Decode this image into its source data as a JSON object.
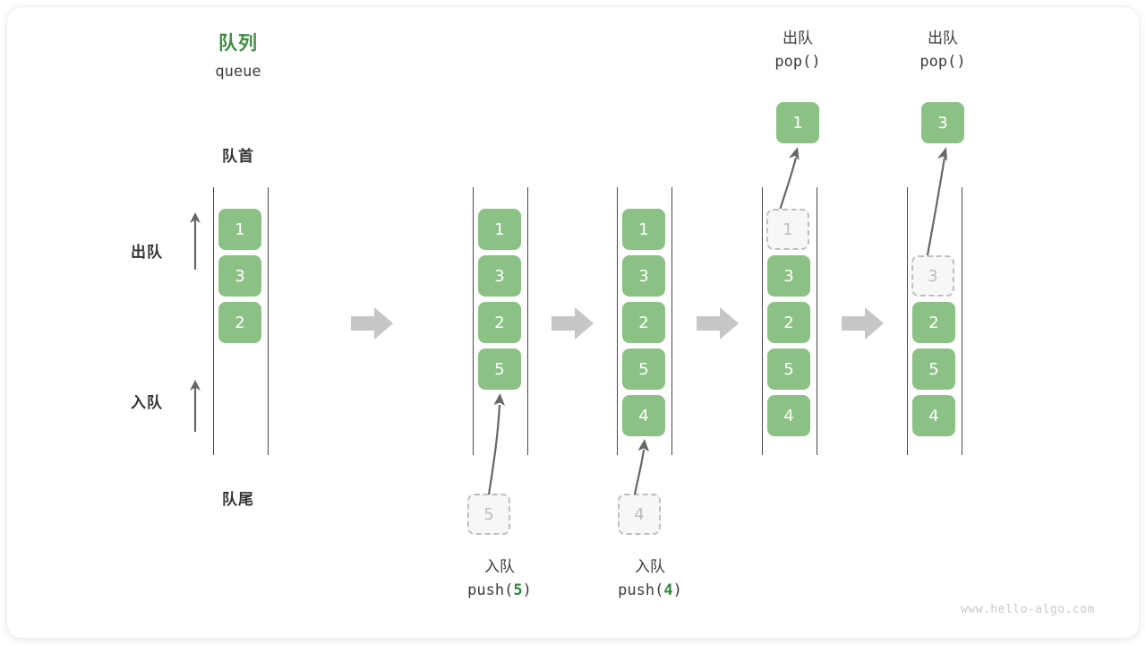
{
  "meta": {
    "watermark": "www.hello-algo.com",
    "accent_green": "#8CC185",
    "accent_green_text": "#3E8E41",
    "ghost_gray": "#BDBDBD",
    "rail_color": "#4a4a4a",
    "step_arrow_color": "#C6C6C6"
  },
  "header": {
    "title_cn": "队列",
    "title_en": "queue"
  },
  "labels": {
    "front": "队首",
    "back": "队尾",
    "dequeue_side": "出队",
    "enqueue_side": "入队"
  },
  "columns": [
    {
      "id": "initial",
      "nodes": [
        "1",
        "3",
        "2"
      ],
      "ghost_index": -1,
      "caption_cn": "",
      "caption_code": "",
      "result": null
    },
    {
      "id": "push-5",
      "nodes": [
        "1",
        "3",
        "2",
        "5"
      ],
      "ghost_index": -1,
      "caption_cn": "入队",
      "caption_code_prefix": "push(",
      "caption_code_value": "5",
      "caption_code_suffix": ")",
      "incoming": "5",
      "result": null
    },
    {
      "id": "push-4",
      "nodes": [
        "1",
        "3",
        "2",
        "5",
        "4"
      ],
      "ghost_index": -1,
      "caption_cn": "入队",
      "caption_code_prefix": "push(",
      "caption_code_value": "4",
      "caption_code_suffix": ")",
      "incoming": "4",
      "result": null
    },
    {
      "id": "pop-1",
      "nodes": [
        "1",
        "3",
        "2",
        "5",
        "4"
      ],
      "ghost_index": 0,
      "header_cn": "出队",
      "header_code": "pop()",
      "result": "1"
    },
    {
      "id": "pop-3",
      "nodes": [
        "",
        "3",
        "2",
        "5",
        "4"
      ],
      "ghost_index": 1,
      "header_cn": "出队",
      "header_code": "pop()",
      "result": "3"
    }
  ],
  "icons": {
    "step_arrow": "step-arrow-icon",
    "up_arrow": "up-arrow-icon",
    "pop_arrow": "pop-arrow-icon",
    "push_arrow": "push-arrow-icon"
  }
}
